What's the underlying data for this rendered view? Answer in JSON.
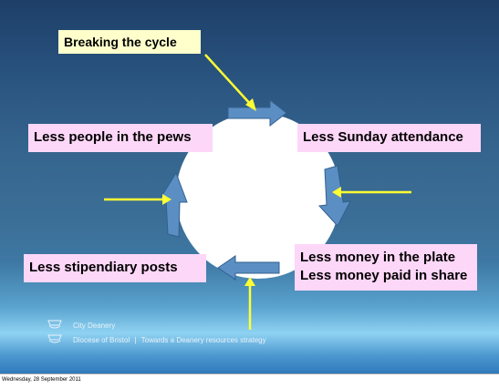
{
  "slide": {
    "title": "Breaking the cycle",
    "cycle_items": {
      "top_left": "Less people in the pews",
      "top_right": "Less Sunday attendance",
      "bottom_left": "Less stipendiary posts",
      "bottom_right_line1": "Less money in the plate",
      "bottom_right_line2": "Less money paid in share"
    },
    "footer": {
      "line1": "City Deanery",
      "line2_part1": "Diocese of Bristol",
      "line2_separator": "|",
      "line2_part2": "Towards a Deanery resources strategy"
    }
  },
  "status": {
    "date": "Wednesday, 28 September 2011"
  },
  "colors": {
    "title_box": "#ffffcc",
    "label_box": "#fdd7f8",
    "arrow_fill": "#5b8fc4",
    "yellow_arrow": "#ffff33"
  }
}
